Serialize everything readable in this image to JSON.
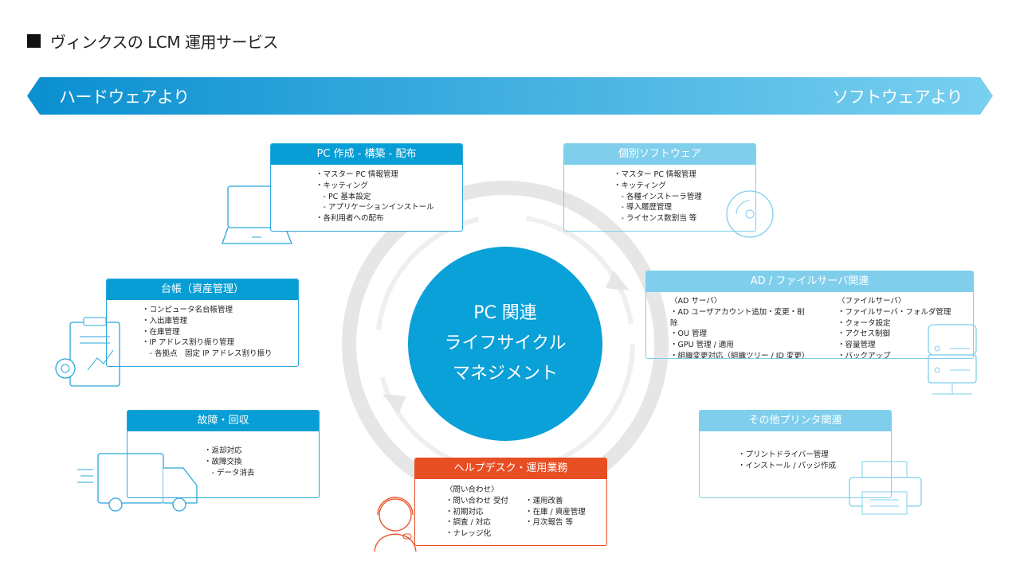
{
  "title": "ヴィンクスの LCM 運用サービス",
  "banner": {
    "left": "ハードウェアより",
    "right": "ソフトウェアより"
  },
  "center": {
    "lines": [
      "PC 関連",
      "ライフサイクル",
      "マネジメント"
    ]
  },
  "boxes": {
    "pc": {
      "title": "PC 作成 - 構築 - 配布",
      "items": [
        "・マスター PC 情報管理",
        "・キッティング",
        "　- PC 基本設定",
        "　- アプリケーションインストール",
        "・各利用者への配布"
      ]
    },
    "soft": {
      "title": "個別ソフトウェア",
      "items": [
        "・マスター PC 情報管理",
        "・キッティング",
        "　- 各種インストーラ管理",
        "　- 導入履歴管理",
        "　- ライセンス数割当 等"
      ]
    },
    "ledger": {
      "title": "台帳（資産管理）",
      "items": [
        "・コンピュータ名台帳管理",
        "・入出庫管理",
        "・在庫管理",
        "・IP アドレス割り振り管理",
        "　- 各拠点　固定 IP アドレス割り振り"
      ]
    },
    "ad": {
      "title": "AD / ファイルサーバ関連",
      "col1": [
        "〈AD サーバ〉",
        "・AD ユーザアカウント追加・変更・削除",
        "・OU 管理",
        "・GPU 管理 / 適用",
        "・組織変更対応（組織ツリー / ID 変更）"
      ],
      "col2": [
        "〈ファイルサーバ〉",
        "・ファイルサーバ・フォルダ管理",
        "・クォータ設定",
        "・アクセス制御",
        "・容量管理",
        "・バックアップ"
      ]
    },
    "repair": {
      "title": "故障・回収",
      "items": [
        "・返却対応",
        "・故障交換",
        "　- データ消去"
      ]
    },
    "printer": {
      "title": "その他プリンタ関連",
      "items": [
        "・プリントドライバー管理",
        "・インストール / パッジ作成"
      ]
    },
    "help": {
      "title": "ヘルプデスク・運用業務",
      "col1": [
        "〈問い合わせ〉",
        "・問い合わせ 受付",
        "・初期対応",
        "・調査 / 対応",
        "・ナレッジ化"
      ],
      "col2": [
        "",
        "・運用改善",
        "・在庫 / 資産管理",
        "・月次報告 等"
      ]
    }
  },
  "colors": {
    "primary": "#079ed6",
    "light": "#7fcfec",
    "accent": "#e84e24"
  }
}
